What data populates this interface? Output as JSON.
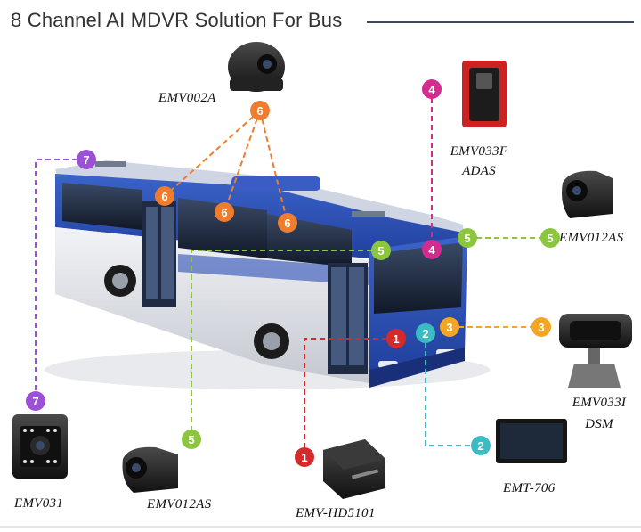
{
  "title": "8 Channel AI MDVR Solution For Bus",
  "colors": {
    "badge_1": "#d42a2a",
    "badge_2": "#3bbcc4",
    "badge_3": "#f2a623",
    "badge_4": "#d12c8e",
    "badge_5": "#8cc63f",
    "badge_6": "#ef7d2d",
    "badge_7": "#9b51d6"
  },
  "devices": {
    "top_dome_camera": "EMV002A",
    "adas_camera": {
      "model": "EMV033F",
      "function": "ADAS"
    },
    "side_camera_right": "EMV012AS",
    "dsm_camera": {
      "model": "EMV033I",
      "function": "DSM"
    },
    "monitor": "EMT-706",
    "mdvr": "EMV-HD5101",
    "side_camera_left": "EMV012AS",
    "rear_camera": "EMV031"
  },
  "badges": {
    "b1": "1",
    "b2": "2",
    "b3": "3",
    "b4": "4",
    "b5": "5",
    "b6": "6",
    "b7": "7"
  }
}
